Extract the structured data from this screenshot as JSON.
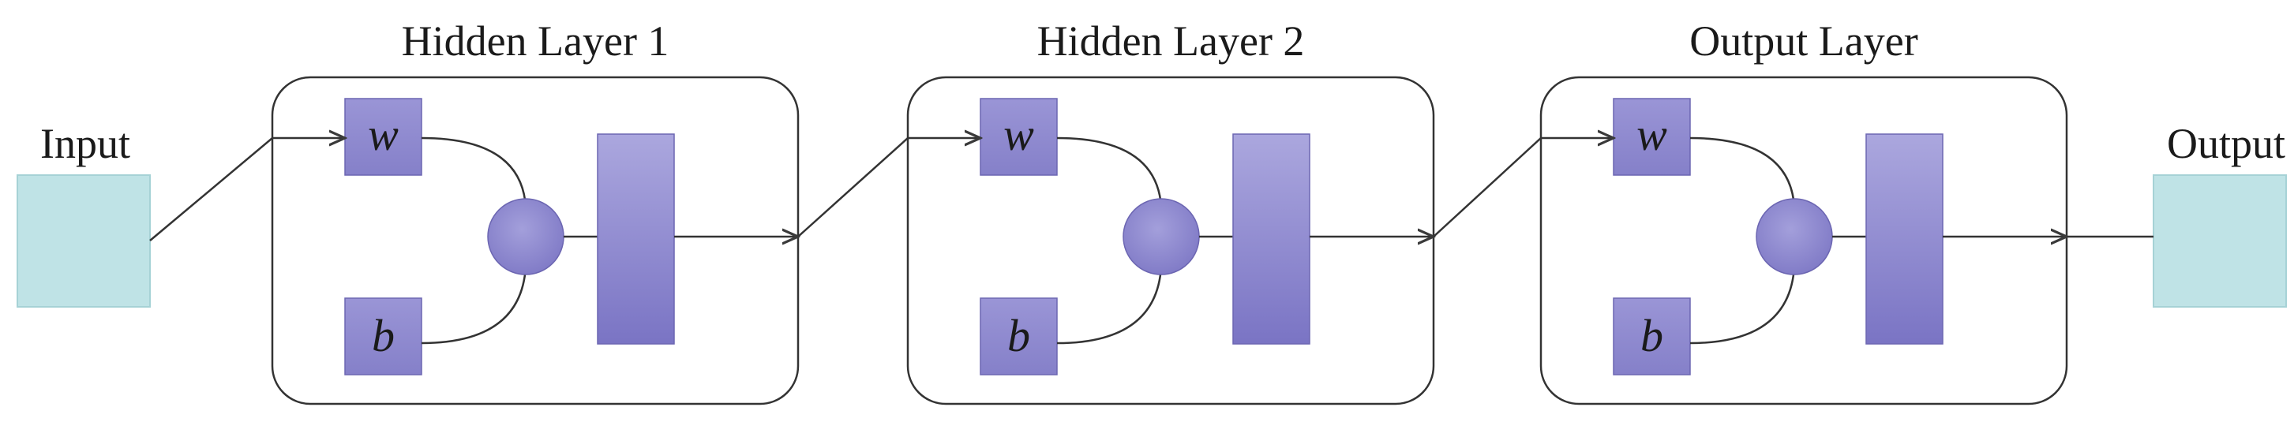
{
  "labels": {
    "input": "Input",
    "output": "Output"
  },
  "layers": [
    {
      "title": "Hidden Layer 1",
      "weight": "w",
      "bias": "b"
    },
    {
      "title": "Hidden Layer 2",
      "weight": "w",
      "bias": "b"
    },
    {
      "title": "Output Layer",
      "weight": "w",
      "bias": "b"
    }
  ],
  "colors": {
    "io_box_fill": "#bfe3e6",
    "io_box_stroke": "#9fcfd3",
    "param_fill": "#8c87cf",
    "param_stroke": "#6a64b0",
    "transfer_fill_top": "#a9a5dc",
    "transfer_fill_bottom": "#7d77c6",
    "line": "#3a3a3a"
  }
}
